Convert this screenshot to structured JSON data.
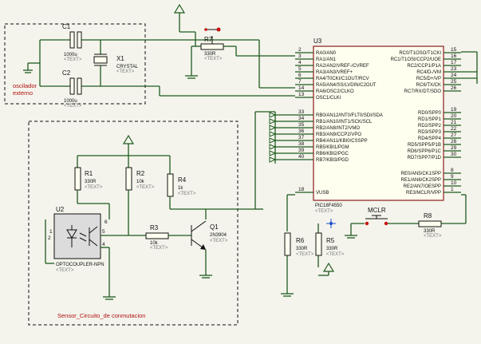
{
  "colors": {
    "wire": "#1e5a1e",
    "label_red": "#b01010",
    "chip_outline": "#8a1c1c",
    "background": "#f4f4ec"
  },
  "text_placeholder": "<TEXT>",
  "oscillator": {
    "label_line1": "oscilador",
    "label_line2": "externo",
    "c1": {
      "ref": "C1",
      "value": "1000u"
    },
    "c2": {
      "ref": "C2",
      "value": "1000u"
    },
    "x1": {
      "ref": "X1",
      "value": "CRYSTAL"
    }
  },
  "r7": {
    "ref": "R7",
    "value": "330R"
  },
  "mcu": {
    "ref": "U3",
    "part": "PIC18F4550",
    "left_pins": [
      {
        "num": "2",
        "name": "RA0/AN0"
      },
      {
        "num": "3",
        "name": "RA1/AN1"
      },
      {
        "num": "4",
        "name": "RA2/AN2/VREF-/CVREF"
      },
      {
        "num": "5",
        "name": "RA3/AN3/VREF+"
      },
      {
        "num": "6",
        "name": "RA4/T0CKI/C1OUT/RCV"
      },
      {
        "num": "7",
        "name": "RA5/AN4/SS/LVDIN/C2OUT"
      },
      {
        "num": "14",
        "name": "RA6/OSC2/CLKO"
      },
      {
        "num": "13",
        "name": "OSC1/CLKI"
      },
      {
        "num": "33",
        "name": "RB0/AN12/INT0/FLT0/SDI/SDA"
      },
      {
        "num": "34",
        "name": "RB1/AN10/INT1/SCK/SCL"
      },
      {
        "num": "35",
        "name": "RB2/AN8/INT2/VMO"
      },
      {
        "num": "36",
        "name": "RB3/AN9/CCP2/VPO"
      },
      {
        "num": "37",
        "name": "RB4/AN11/KBI0/CSSPP"
      },
      {
        "num": "38",
        "name": "RB5/KBI1/PGM"
      },
      {
        "num": "39",
        "name": "RB6/KBI2/PGC"
      },
      {
        "num": "40",
        "name": "RB7/KBI3/PGD"
      },
      {
        "num": "18",
        "name": "VUSB"
      }
    ],
    "right_pins": [
      {
        "num": "15",
        "name": "RC0/T1OSO/T1CKI"
      },
      {
        "num": "16",
        "name": "RC1/T1OSI/CCP2/UOE"
      },
      {
        "num": "17",
        "name": "RC2/CCP1/P1A"
      },
      {
        "num": "23",
        "name": "RC4/D-/VM"
      },
      {
        "num": "24",
        "name": "RC5/D+/VP"
      },
      {
        "num": "25",
        "name": "RC6/TX/CK"
      },
      {
        "num": "26",
        "name": "RC7/RX/DT/SDO"
      },
      {
        "num": "19",
        "name": "RD0/SPP0"
      },
      {
        "num": "20",
        "name": "RD1/SPP1"
      },
      {
        "num": "21",
        "name": "RD2/SPP2"
      },
      {
        "num": "22",
        "name": "RD3/SPP3"
      },
      {
        "num": "27",
        "name": "RD4/SPP4"
      },
      {
        "num": "28",
        "name": "RD5/SPP5/P1B"
      },
      {
        "num": "29",
        "name": "RD6/SPP6/P1C"
      },
      {
        "num": "30",
        "name": "RD7/SPP7/P1D"
      },
      {
        "num": "8",
        "name": "RE0/AN5/CK1SPP"
      },
      {
        "num": "9",
        "name": "RE1/AN6/CK2SPP"
      },
      {
        "num": "10",
        "name": "RE2/AN7/OESPP"
      },
      {
        "num": "1",
        "name": "RE3/MCLR/VPP"
      }
    ]
  },
  "mclr_label": "MCLR",
  "r8": {
    "ref": "R8",
    "value": "330R"
  },
  "r6": {
    "ref": "R6",
    "value": "330R"
  },
  "r5": {
    "ref": "R5",
    "value": "330R"
  },
  "sensor": {
    "label": "Sensor_Circuito_de conmutacion",
    "r1": {
      "ref": "R1",
      "value": "330R"
    },
    "r2": {
      "ref": "R2",
      "value": "10k"
    },
    "r3": {
      "ref": "R3",
      "value": "10k"
    },
    "r4": {
      "ref": "R4",
      "value": "1k"
    },
    "u2": {
      "ref": "U2",
      "part": "OPTOCOUPLER-NPN",
      "pins": [
        "1",
        "2",
        "6",
        "5",
        "4"
      ]
    },
    "q1": {
      "ref": "Q1",
      "part": "2N3904"
    }
  }
}
